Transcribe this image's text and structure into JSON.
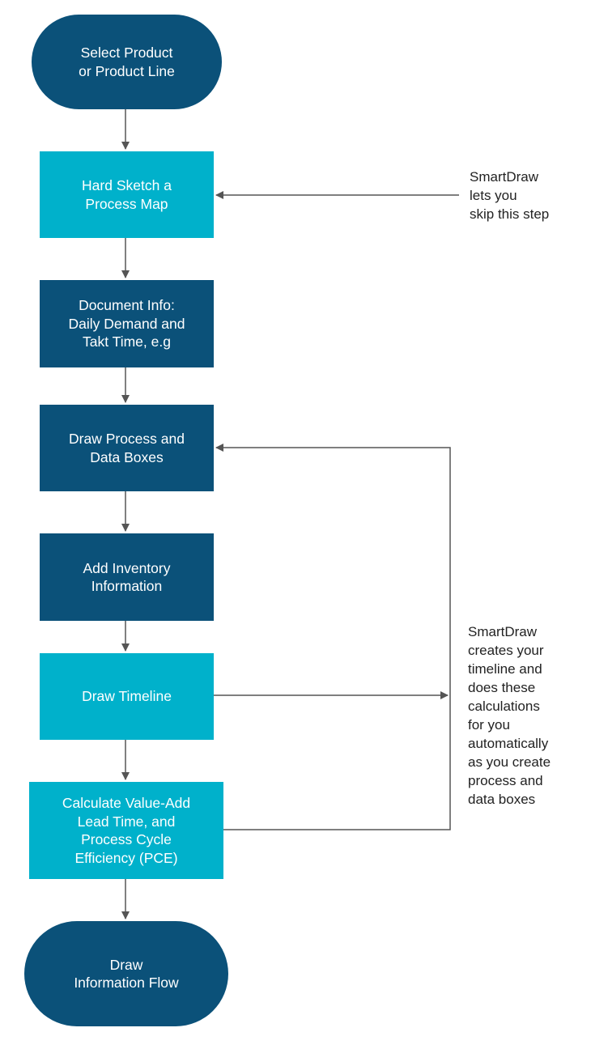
{
  "colors": {
    "dark_fill": "#0b5179",
    "light_fill": "#00b1cb",
    "connector": "#555555",
    "note_text": "#222222"
  },
  "nodes": {
    "select_product": {
      "text": "Select Product\nor Product Line",
      "shape": "terminator",
      "fill": "dark"
    },
    "hand_sketch": {
      "text": "Hard Sketch a\nProcess Map",
      "shape": "process",
      "fill": "light"
    },
    "document_info": {
      "text": "Document Info:\nDaily Demand and\nTakt Time, e.g",
      "shape": "process",
      "fill": "dark"
    },
    "draw_process": {
      "text": "Draw Process and\nData Boxes",
      "shape": "process",
      "fill": "dark"
    },
    "add_inventory": {
      "text": "Add Inventory\nInformation",
      "shape": "process",
      "fill": "dark"
    },
    "draw_timeline": {
      "text": "Draw Timeline",
      "shape": "process",
      "fill": "light"
    },
    "calculate": {
      "text": "Calculate Value-Add\nLead Time, and\nProcess Cycle\nEfficiency (PCE)",
      "shape": "process",
      "fill": "light"
    },
    "draw_info_flow": {
      "text": "Draw\nInformation Flow",
      "shape": "terminator",
      "fill": "dark"
    }
  },
  "notes": {
    "skip_step": "SmartDraw\nlets you\nskip this step",
    "automatic": "SmartDraw\ncreates your\ntimeline and\ndoes these\ncalculations\nfor you\nautomatically\nas you create\nprocess and\ndata boxes"
  }
}
